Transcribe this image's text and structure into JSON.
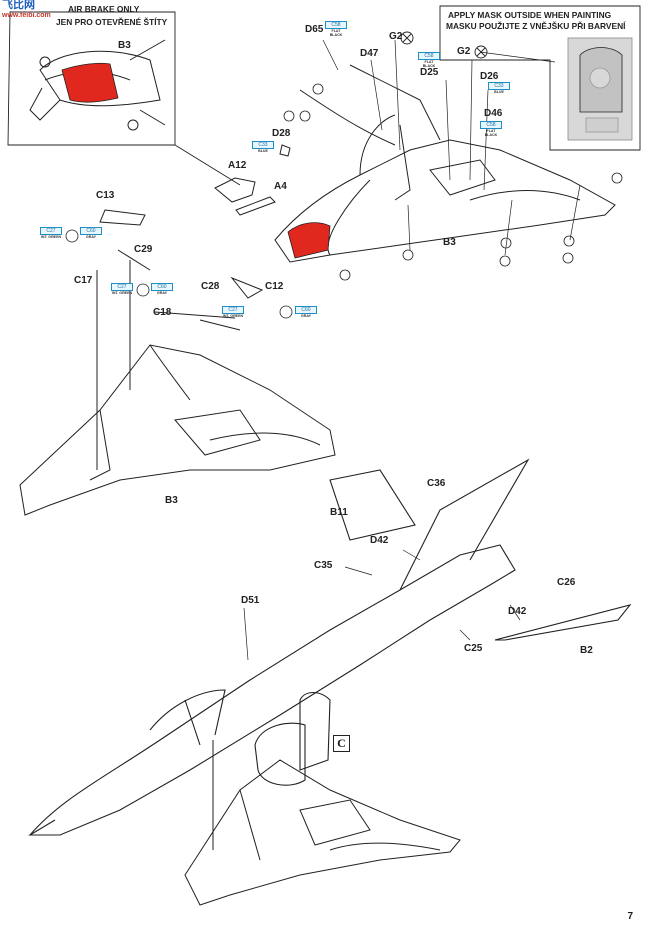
{
  "watermark": {
    "text": "飞比网",
    "sub": "www.feibi.com"
  },
  "notes": {
    "left_line1": "AIR BRAKE ONLY",
    "left_line2": "JEN PRO OTEVŘENÉ ŠTÍTY",
    "mask_line1": "APPLY MASK OUTSIDE WHEN PAINTING",
    "mask_line2": "MASKU POUŽIJTE Z VNĚJŠKU PŘI BARVENÍ"
  },
  "parts": {
    "B3_inset": "B3",
    "D65": "D65",
    "D47": "D47",
    "G2_a": "G2",
    "G2_b": "G2",
    "D25": "D25",
    "D26": "D26",
    "D46": "D46",
    "D28": "D28",
    "A12": "A12",
    "A4": "A4",
    "B3_top": "B3",
    "C13": "C13",
    "C29": "C29",
    "C17": "C17",
    "C28": "C28",
    "C12": "C12",
    "C18": "C18",
    "B3_mid": "B3",
    "C36": "C36",
    "B11": "B11",
    "D42_a": "D42",
    "C35": "C35",
    "C26": "C26",
    "D51": "D51",
    "D42_b": "D42",
    "C25": "C25",
    "B2": "B2"
  },
  "callouts": [
    {
      "code": "C58",
      "cap": "FLAT BLACK"
    },
    {
      "code": "C58",
      "cap": "FLAT BLACK"
    },
    {
      "code": "C33",
      "cap": "BLUE"
    },
    {
      "code": "C58",
      "cap": "FLAT BLACK"
    },
    {
      "code": "C33",
      "cap": "BLUE"
    },
    {
      "code": "C27",
      "cap": "INT. GREEN"
    },
    {
      "code": "C60",
      "cap": "GRAY"
    },
    {
      "code": "C27",
      "cap": "INT. GREEN"
    },
    {
      "code": "C60",
      "cap": "GRAY"
    },
    {
      "code": "C27",
      "cap": "INT. GREEN"
    },
    {
      "code": "C60",
      "cap": "GRAY"
    }
  ],
  "section": "C",
  "page": "7",
  "colors": {
    "accent_red": "#e0281f",
    "callout_blue": "#1c8fc7",
    "line": "#222222"
  }
}
